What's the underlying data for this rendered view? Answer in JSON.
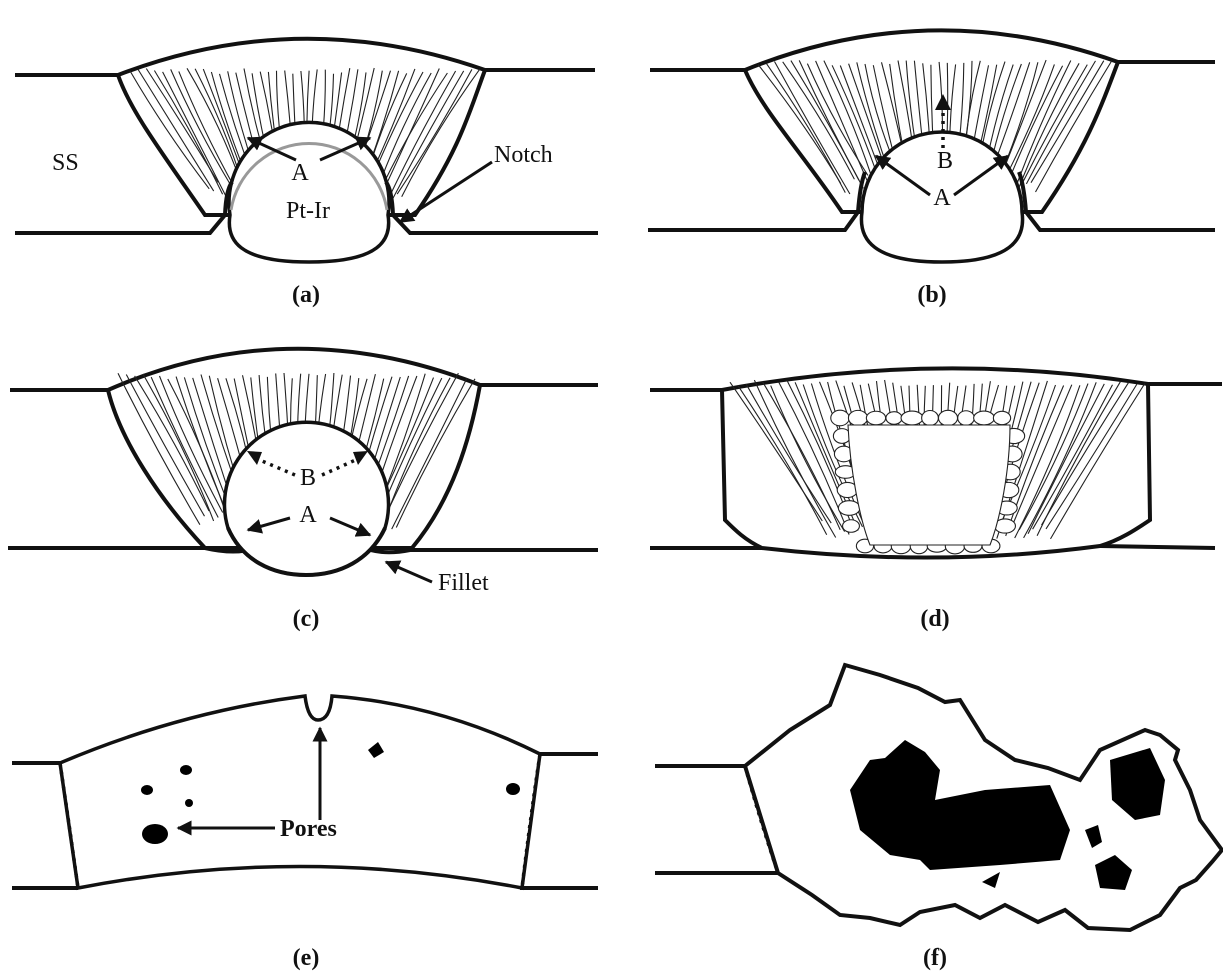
{
  "panels": {
    "a": {
      "caption": "(a)",
      "label_ss": "SS",
      "label_wire": "Pt-Ir",
      "label_a": "A",
      "label_notch": "Notch"
    },
    "b": {
      "caption": "(b)",
      "label_b": "B",
      "label_a": "A"
    },
    "c": {
      "caption": "(c)",
      "label_b": "B",
      "label_a": "A",
      "label_fillet": "Fillet"
    },
    "d": {
      "caption": "(d)"
    },
    "e": {
      "caption": "(e)",
      "label_pores": "Pores"
    },
    "f": {
      "caption": "(f)"
    }
  },
  "colors": {
    "ink": "#111111",
    "background": "#ffffff"
  }
}
